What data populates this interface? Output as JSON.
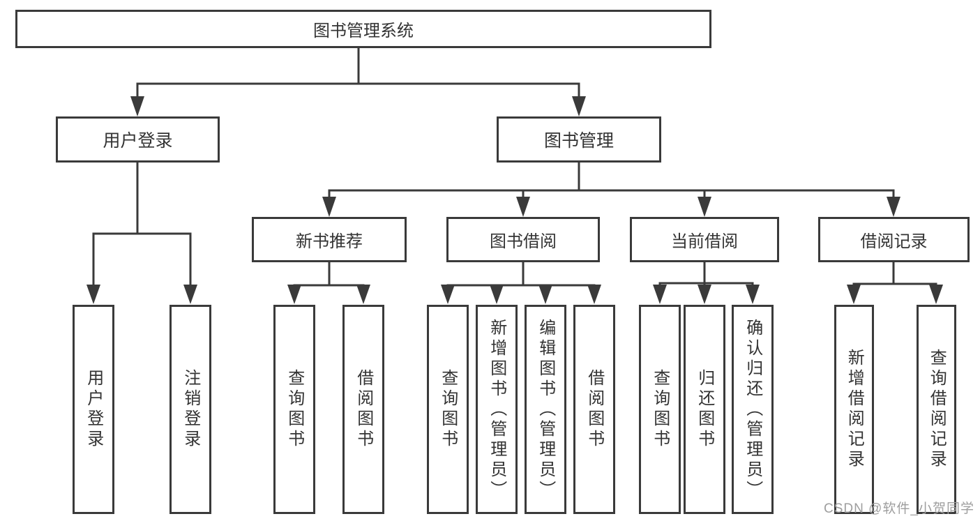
{
  "tree": {
    "label": "图书管理系统",
    "children": [
      {
        "label": "用户登录",
        "children": [
          {
            "label": "用户登录"
          },
          {
            "label": "注销登录"
          }
        ]
      },
      {
        "label": "图书管理",
        "children": [
          {
            "label": "新书推荐",
            "children": [
              {
                "label": "查询图书"
              },
              {
                "label": "借阅图书"
              }
            ]
          },
          {
            "label": "图书借阅",
            "children": [
              {
                "label": "查询图书"
              },
              {
                "label": "新增图书（管理员）"
              },
              {
                "label": "编辑图书（管理员）"
              },
              {
                "label": "借阅图书"
              }
            ]
          },
          {
            "label": "当前借阅",
            "children": [
              {
                "label": "查询图书"
              },
              {
                "label": "归还图书"
              },
              {
                "label": "确认归还（管理员）"
              }
            ]
          },
          {
            "label": "借阅记录",
            "children": [
              {
                "label": "新增借阅记录"
              },
              {
                "label": "查询借阅记录"
              }
            ]
          }
        ]
      }
    ]
  },
  "watermark": {
    "text": "CSDN @软件_小贺同学",
    "color": "#9e9e9e"
  },
  "colors": {
    "line": "#3a3a3a",
    "text": "#333333",
    "background": "#ffffff",
    "watermark": "#9e9e9e"
  }
}
